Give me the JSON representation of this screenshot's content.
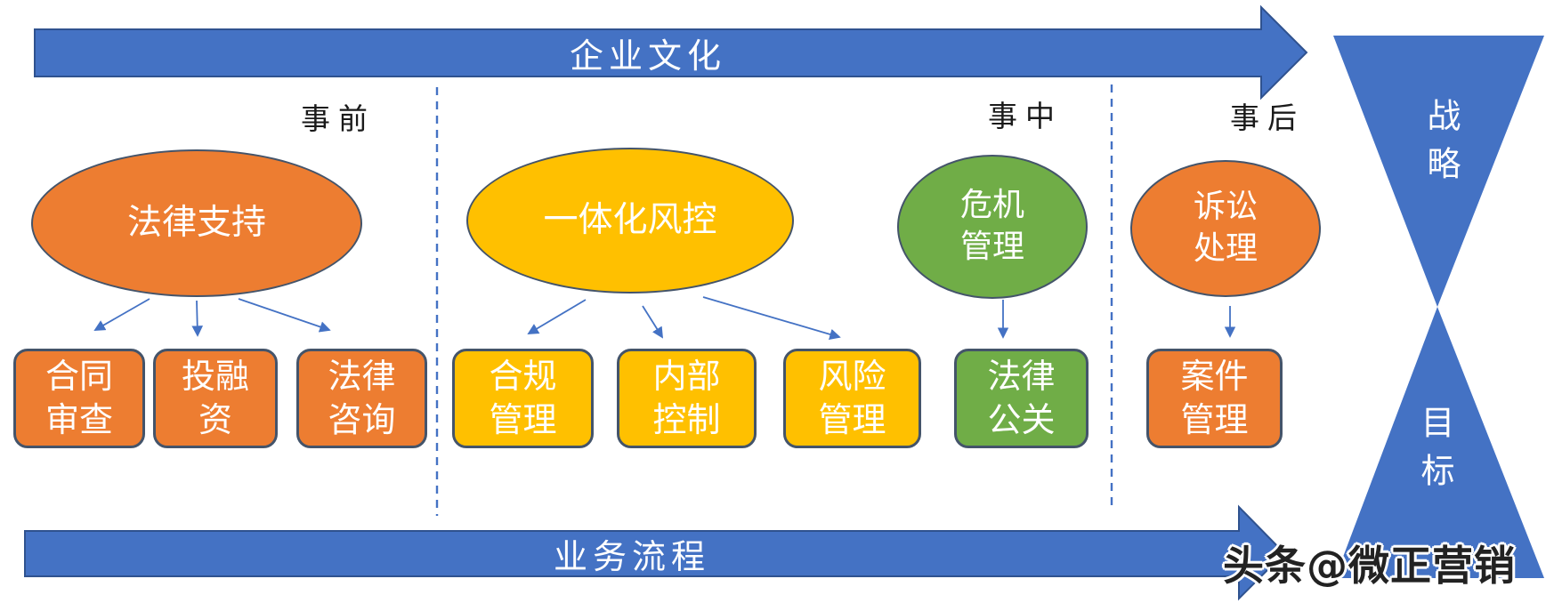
{
  "colors": {
    "blue": "#4472C4",
    "blue_border": "#2F528F",
    "orange": "#ED7D31",
    "yellow": "#FFC000",
    "green": "#70AD47",
    "shape_border": "#44546A",
    "text_dark": "#1a1a1a"
  },
  "banners": {
    "top": "企业文化",
    "bottom": "业务流程"
  },
  "phases": {
    "pre": "事前",
    "during": "事中",
    "post": "事后"
  },
  "groups": [
    {
      "ellipse": "法律支持",
      "color": "orange",
      "boxes": [
        "合同\n审查",
        "投融\n资",
        "法律\n咨询"
      ]
    },
    {
      "ellipse": "一体化风控",
      "color": "yellow",
      "boxes": [
        "合规\n管理",
        "内部\n控制",
        "风险\n管理"
      ]
    },
    {
      "ellipse": "危机\n管理",
      "color": "green",
      "boxes": [
        "法律\n公关"
      ]
    },
    {
      "ellipse": "诉讼\n处理",
      "color": "orange",
      "boxes": [
        "案件\n管理"
      ]
    }
  ],
  "hourglass": {
    "top": "战略",
    "bottom": "目标"
  },
  "watermark": {
    "prefix": "头条",
    "handle": "@微正营销"
  }
}
